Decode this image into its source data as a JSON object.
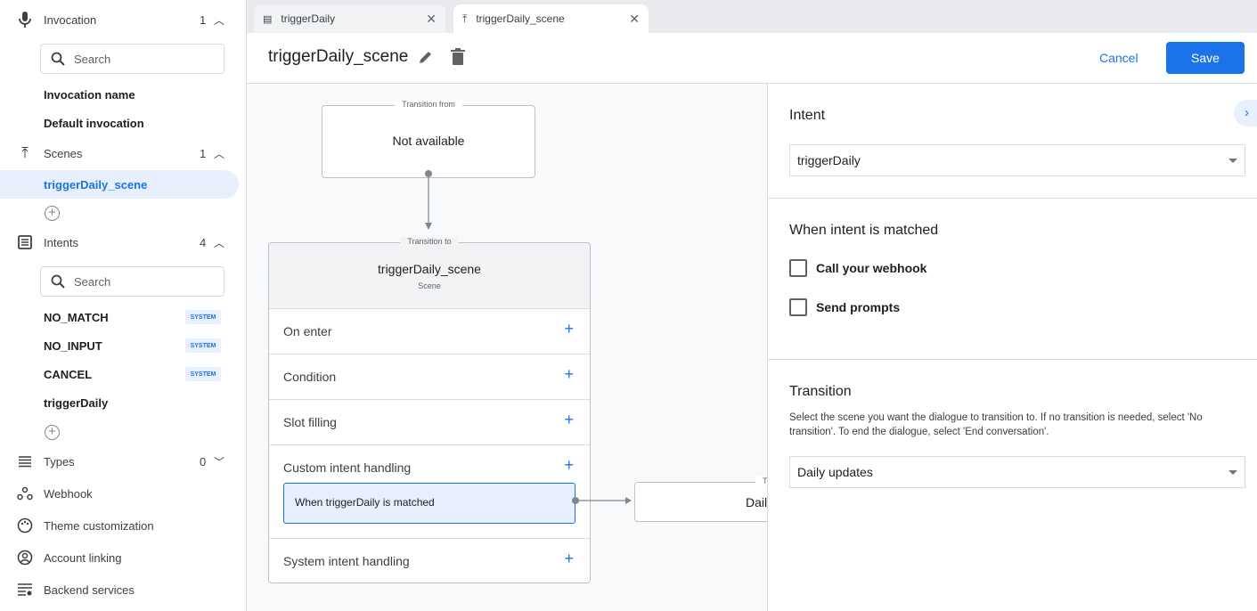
{
  "sidebar": {
    "invocation": {
      "label": "Invocation",
      "count": "1",
      "search_placeholder": "Search",
      "items": [
        "Invocation name",
        "Default invocation"
      ]
    },
    "scenes": {
      "label": "Scenes",
      "count": "1",
      "items": [
        "triggerDaily_scene"
      ]
    },
    "intents": {
      "label": "Intents",
      "count": "4",
      "search_placeholder": "Search",
      "items": [
        {
          "name": "NO_MATCH",
          "badge": "SYSTEM"
        },
        {
          "name": "NO_INPUT",
          "badge": "SYSTEM"
        },
        {
          "name": "CANCEL",
          "badge": "SYSTEM"
        },
        {
          "name": "triggerDaily"
        }
      ]
    },
    "types": {
      "label": "Types",
      "count": "0"
    },
    "webhook": "Webhook",
    "theme": "Theme customization",
    "account": "Account linking",
    "backend": "Backend services"
  },
  "tabs": [
    {
      "label": "triggerDaily",
      "icon": "intent-icon"
    },
    {
      "label": "triggerDaily_scene",
      "icon": "scene-icon",
      "active": true
    }
  ],
  "header": {
    "title": "triggerDaily_scene",
    "cancel": "Cancel",
    "save": "Save"
  },
  "canvas": {
    "from": {
      "legend": "Transition from",
      "text": "Not available"
    },
    "scene": {
      "legend": "Transition to",
      "name": "triggerDaily_scene",
      "sub": "Scene",
      "rows": [
        "On enter",
        "Condition",
        "Slot filling",
        "Custom intent handling",
        "System intent handling"
      ],
      "handler": "When triggerDaily is matched"
    },
    "target": {
      "legend": "Transition to",
      "text": "Daily updates"
    }
  },
  "panel": {
    "intent_heading": "Intent",
    "intent_value": "triggerDaily",
    "matched_heading": "When intent is matched",
    "checkboxes": [
      {
        "label": "Call your webhook",
        "checked": false
      },
      {
        "label": "Send prompts",
        "checked": false
      }
    ],
    "transition_heading": "Transition",
    "transition_desc": "Select the scene you want the dialogue to transition to. If no transition is needed, select 'No transition'. To end the dialogue, select 'End conversation'.",
    "transition_value": "Daily updates"
  },
  "colors": {
    "accent": "#1a73e8",
    "selected_bg": "#e8f0fe"
  }
}
